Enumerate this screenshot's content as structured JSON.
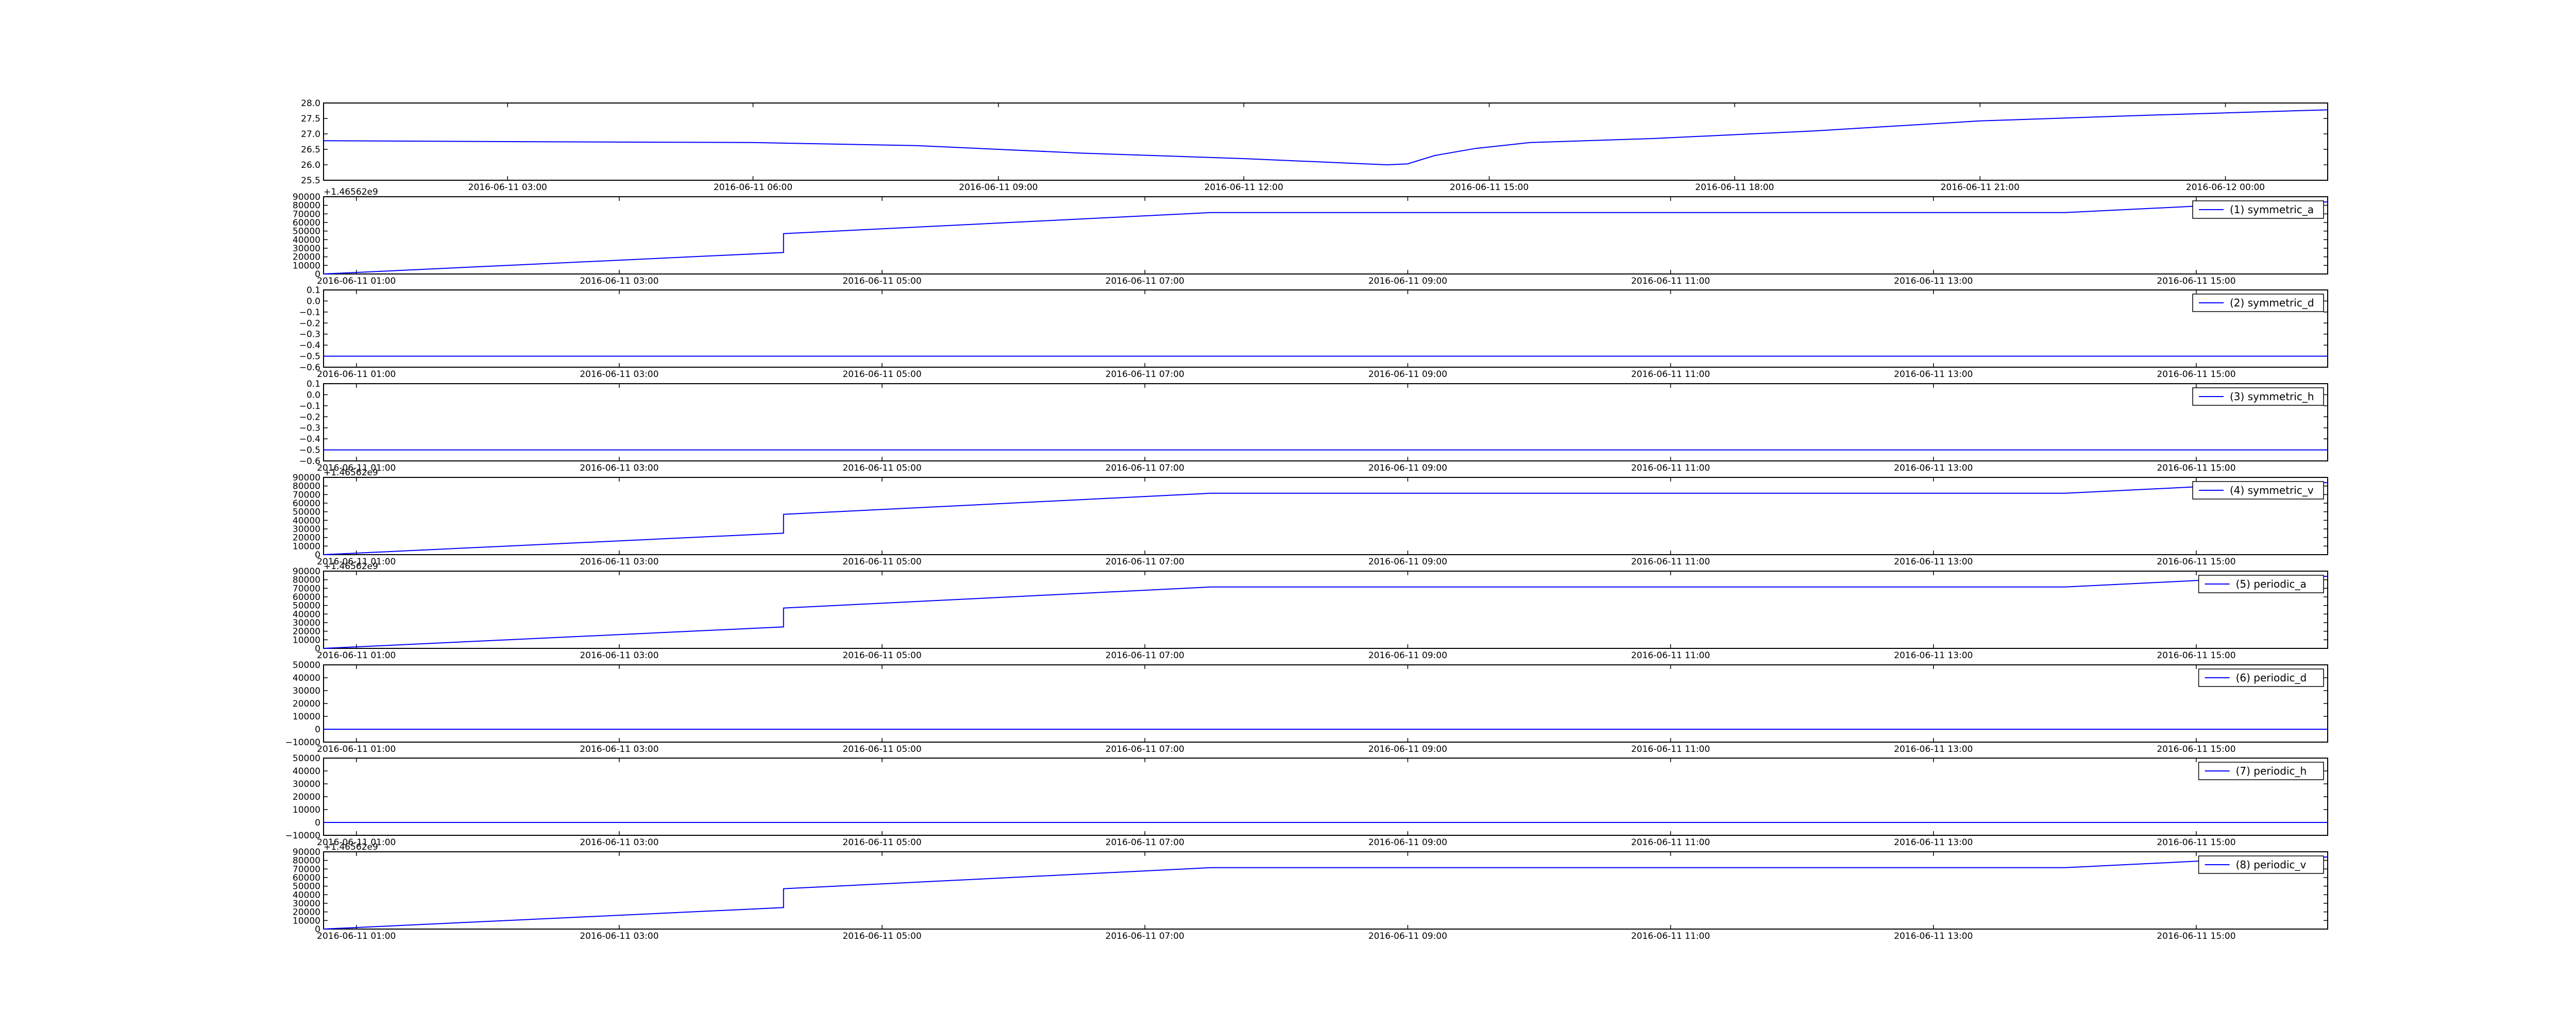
{
  "colors": {
    "line": "#0000ff",
    "axes": "#000000",
    "background": "#ffffff"
  },
  "chart_data": [
    {
      "type": "line",
      "title": "",
      "xlabel": "",
      "ylabel": "",
      "legend": null,
      "grid": false,
      "x_range": [
        "2016-06-11 00:45",
        "2016-06-12 01:15"
      ],
      "ylim": [
        25.5,
        28.0
      ],
      "x_ticks": [
        "2016-06-11 03:00",
        "2016-06-11 06:00",
        "2016-06-11 09:00",
        "2016-06-11 12:00",
        "2016-06-11 15:00",
        "2016-06-11 18:00",
        "2016-06-11 21:00",
        "2016-06-12 00:00"
      ],
      "y_ticks": [
        "25.5",
        "26.0",
        "26.5",
        "27.0",
        "27.5",
        "28.0"
      ],
      "y_offset_label": "",
      "x": [
        "2016-06-11 00:45",
        "2016-06-11 03:00",
        "2016-06-11 06:00",
        "2016-06-11 08:00",
        "2016-06-11 10:00",
        "2016-06-11 12:00",
        "2016-06-11 13:45",
        "2016-06-11 14:00",
        "2016-06-11 14:20",
        "2016-06-11 14:50",
        "2016-06-11 15:30",
        "2016-06-11 17:00",
        "2016-06-11 19:00",
        "2016-06-11 21:00",
        "2016-06-11 23:00",
        "2016-06-12 01:15"
      ],
      "series": [
        {
          "values": [
            26.78,
            26.75,
            26.72,
            26.62,
            26.38,
            26.2,
            26.0,
            26.03,
            26.3,
            26.53,
            26.72,
            26.85,
            27.1,
            27.42,
            27.6,
            27.78
          ]
        }
      ]
    },
    {
      "type": "line",
      "title": "",
      "xlabel": "",
      "ylabel": "",
      "legend": "(1) symmetric_a",
      "grid": false,
      "x_range": [
        "2016-06-11 00:45",
        "2016-06-11 16:00"
      ],
      "ylim": [
        0,
        90000
      ],
      "x_ticks": [
        "2016-06-11 01:00",
        "2016-06-11 03:00",
        "2016-06-11 05:00",
        "2016-06-11 07:00",
        "2016-06-11 09:00",
        "2016-06-11 11:00",
        "2016-06-11 13:00",
        "2016-06-11 15:00"
      ],
      "y_ticks": [
        "0",
        "10000",
        "20000",
        "30000",
        "40000",
        "50000",
        "60000",
        "70000",
        "80000",
        "90000"
      ],
      "y_offset_label": "+1.46562e9",
      "x": [
        "2016-06-11 00:45",
        "2016-06-11 04:15",
        "2016-06-11 04:15",
        "2016-06-11 07:30",
        "2016-06-11 14:00",
        "2016-06-11 15:00",
        "2016-06-11 16:00"
      ],
      "series": [
        {
          "name": "(1) symmetric_a",
          "values": [
            0,
            25000,
            47000,
            71500,
            71500,
            79000,
            84000
          ]
        }
      ]
    },
    {
      "type": "line",
      "title": "",
      "xlabel": "",
      "ylabel": "",
      "legend": "(2) symmetric_d",
      "grid": false,
      "x_range": [
        "2016-06-11 00:45",
        "2016-06-11 16:00"
      ],
      "ylim": [
        -0.6,
        0.1
      ],
      "x_ticks": [
        "2016-06-11 01:00",
        "2016-06-11 03:00",
        "2016-06-11 05:00",
        "2016-06-11 07:00",
        "2016-06-11 09:00",
        "2016-06-11 11:00",
        "2016-06-11 13:00",
        "2016-06-11 15:00"
      ],
      "y_ticks": [
        "−0.6",
        "−0.5",
        "−0.4",
        "−0.3",
        "−0.2",
        "−0.1",
        "0.0",
        "0.1"
      ],
      "y_offset_label": "",
      "x": [
        "2016-06-11 00:45",
        "2016-06-11 16:00"
      ],
      "series": [
        {
          "name": "(2) symmetric_d",
          "values": [
            -0.5,
            -0.5
          ]
        }
      ]
    },
    {
      "type": "line",
      "title": "",
      "xlabel": "",
      "ylabel": "",
      "legend": "(3) symmetric_h",
      "grid": false,
      "x_range": [
        "2016-06-11 00:45",
        "2016-06-11 16:00"
      ],
      "ylim": [
        -0.6,
        0.1
      ],
      "x_ticks": [
        "2016-06-11 01:00",
        "2016-06-11 03:00",
        "2016-06-11 05:00",
        "2016-06-11 07:00",
        "2016-06-11 09:00",
        "2016-06-11 11:00",
        "2016-06-11 13:00",
        "2016-06-11 15:00"
      ],
      "y_ticks": [
        "−0.6",
        "−0.5",
        "−0.4",
        "−0.3",
        "−0.2",
        "−0.1",
        "0.0",
        "0.1"
      ],
      "y_offset_label": "",
      "x": [
        "2016-06-11 00:45",
        "2016-06-11 16:00"
      ],
      "series": [
        {
          "name": "(3) symmetric_h",
          "values": [
            -0.5,
            -0.5
          ]
        }
      ]
    },
    {
      "type": "line",
      "title": "",
      "xlabel": "",
      "ylabel": "",
      "legend": "(4) symmetric_v",
      "grid": false,
      "x_range": [
        "2016-06-11 00:45",
        "2016-06-11 16:00"
      ],
      "ylim": [
        0,
        90000
      ],
      "x_ticks": [
        "2016-06-11 01:00",
        "2016-06-11 03:00",
        "2016-06-11 05:00",
        "2016-06-11 07:00",
        "2016-06-11 09:00",
        "2016-06-11 11:00",
        "2016-06-11 13:00",
        "2016-06-11 15:00"
      ],
      "y_ticks": [
        "0",
        "10000",
        "20000",
        "30000",
        "40000",
        "50000",
        "60000",
        "70000",
        "80000",
        "90000"
      ],
      "y_offset_label": "+1.46562e9",
      "x": [
        "2016-06-11 00:45",
        "2016-06-11 04:15",
        "2016-06-11 04:15",
        "2016-06-11 07:30",
        "2016-06-11 14:00",
        "2016-06-11 15:00",
        "2016-06-11 16:00"
      ],
      "series": [
        {
          "name": "(4) symmetric_v",
          "values": [
            0,
            25000,
            47000,
            71500,
            71500,
            79000,
            84000
          ]
        }
      ]
    },
    {
      "type": "line",
      "title": "",
      "xlabel": "",
      "ylabel": "",
      "legend": "(5) periodic_a",
      "grid": false,
      "x_range": [
        "2016-06-11 00:45",
        "2016-06-11 16:00"
      ],
      "ylim": [
        0,
        90000
      ],
      "x_ticks": [
        "2016-06-11 01:00",
        "2016-06-11 03:00",
        "2016-06-11 05:00",
        "2016-06-11 07:00",
        "2016-06-11 09:00",
        "2016-06-11 11:00",
        "2016-06-11 13:00",
        "2016-06-11 15:00"
      ],
      "y_ticks": [
        "0",
        "10000",
        "20000",
        "30000",
        "40000",
        "50000",
        "60000",
        "70000",
        "80000",
        "90000"
      ],
      "y_offset_label": "+1.46562e9",
      "x": [
        "2016-06-11 00:45",
        "2016-06-11 04:15",
        "2016-06-11 04:15",
        "2016-06-11 07:30",
        "2016-06-11 14:00",
        "2016-06-11 15:00",
        "2016-06-11 16:00"
      ],
      "series": [
        {
          "name": "(5) periodic_a",
          "values": [
            0,
            25000,
            47000,
            71500,
            71500,
            79000,
            84000
          ]
        }
      ]
    },
    {
      "type": "line",
      "title": "",
      "xlabel": "",
      "ylabel": "",
      "legend": "(6) periodic_d",
      "grid": false,
      "x_range": [
        "2016-06-11 00:45",
        "2016-06-11 16:00"
      ],
      "ylim": [
        -10000,
        50000
      ],
      "x_ticks": [
        "2016-06-11 01:00",
        "2016-06-11 03:00",
        "2016-06-11 05:00",
        "2016-06-11 07:00",
        "2016-06-11 09:00",
        "2016-06-11 11:00",
        "2016-06-11 13:00",
        "2016-06-11 15:00"
      ],
      "y_ticks": [
        "−10000",
        "0",
        "10000",
        "20000",
        "30000",
        "40000",
        "50000"
      ],
      "y_offset_label": "",
      "x": [
        "2016-06-11 00:45",
        "2016-06-11 16:00"
      ],
      "series": [
        {
          "name": "(6) periodic_d",
          "values": [
            0,
            0
          ]
        }
      ]
    },
    {
      "type": "line",
      "title": "",
      "xlabel": "",
      "ylabel": "",
      "legend": "(7) periodic_h",
      "grid": false,
      "x_range": [
        "2016-06-11 00:45",
        "2016-06-11 16:00"
      ],
      "ylim": [
        -10000,
        50000
      ],
      "x_ticks": [
        "2016-06-11 01:00",
        "2016-06-11 03:00",
        "2016-06-11 05:00",
        "2016-06-11 07:00",
        "2016-06-11 09:00",
        "2016-06-11 11:00",
        "2016-06-11 13:00",
        "2016-06-11 15:00"
      ],
      "y_ticks": [
        "−10000",
        "0",
        "10000",
        "20000",
        "30000",
        "40000",
        "50000"
      ],
      "y_offset_label": "",
      "x": [
        "2016-06-11 00:45",
        "2016-06-11 16:00"
      ],
      "series": [
        {
          "name": "(7) periodic_h",
          "values": [
            0,
            0
          ]
        }
      ]
    },
    {
      "type": "line",
      "title": "",
      "xlabel": "",
      "ylabel": "",
      "legend": "(8) periodic_v",
      "grid": false,
      "x_range": [
        "2016-06-11 00:45",
        "2016-06-11 16:00"
      ],
      "ylim": [
        0,
        90000
      ],
      "x_ticks": [
        "2016-06-11 01:00",
        "2016-06-11 03:00",
        "2016-06-11 05:00",
        "2016-06-11 07:00",
        "2016-06-11 09:00",
        "2016-06-11 11:00",
        "2016-06-11 13:00",
        "2016-06-11 15:00"
      ],
      "y_ticks": [
        "0",
        "10000",
        "20000",
        "30000",
        "40000",
        "50000",
        "60000",
        "70000",
        "80000",
        "90000"
      ],
      "y_offset_label": "+1.46562e9",
      "x": [
        "2016-06-11 00:45",
        "2016-06-11 04:15",
        "2016-06-11 04:15",
        "2016-06-11 07:30",
        "2016-06-11 14:00",
        "2016-06-11 15:00",
        "2016-06-11 16:00"
      ],
      "series": [
        {
          "name": "(8) periodic_v",
          "values": [
            0,
            25000,
            47000,
            71500,
            71500,
            79000,
            84000
          ]
        }
      ]
    }
  ]
}
